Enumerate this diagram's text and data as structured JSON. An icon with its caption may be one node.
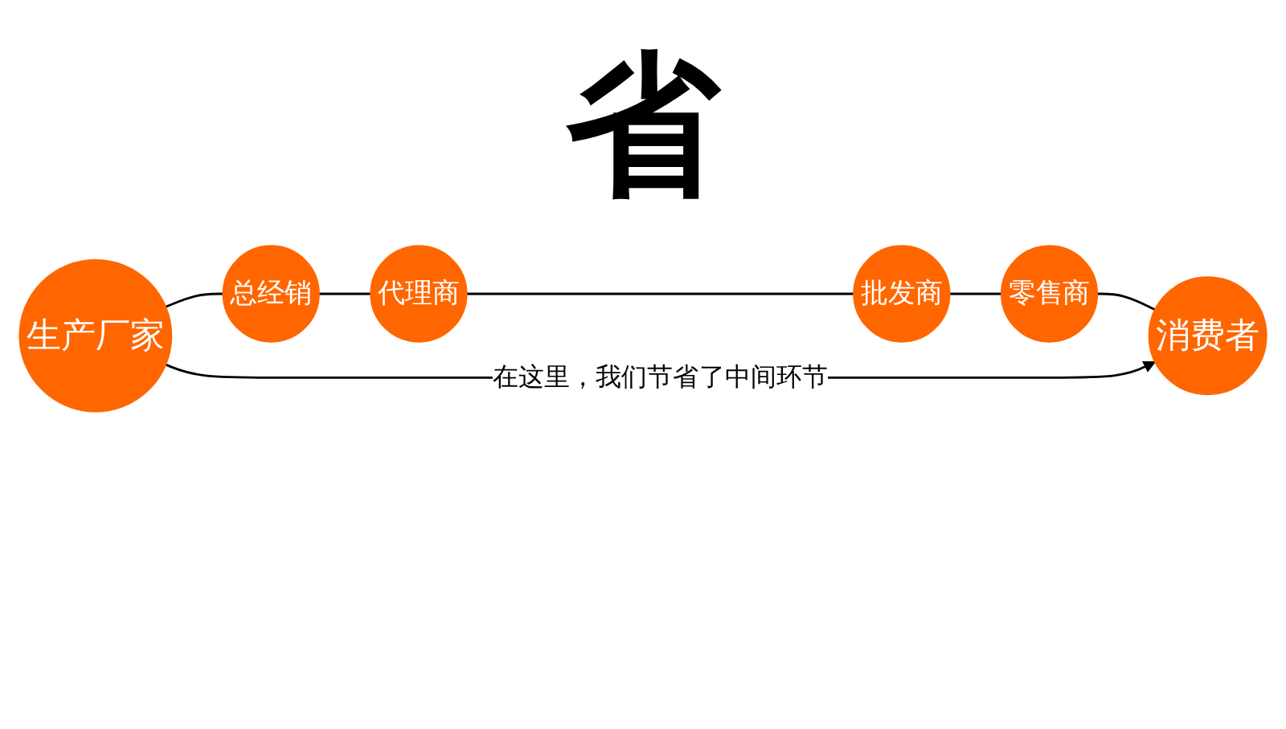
{
  "diagram": {
    "nodes": [
      {
        "text": [
          "生产厂家"
        ]
      },
      {
        "text": [
          "总经销"
        ]
      },
      {
        "text": [
          "代理商"
        ]
      },
      {
        "text": [
          "批发商"
        ]
      },
      {
        "text": [
          "零售商"
        ]
      },
      {
        "text": [
          "消费者"
        ]
      }
    ],
    "edges": [
      {
        "from": 0,
        "to": 1,
        "arrow": "none"
      },
      {
        "from": 1,
        "to": 2,
        "arrow": "none"
      },
      {
        "from": 2,
        "to": 3,
        "arrow": "none"
      },
      {
        "from": 3,
        "to": 4,
        "arrow": "none"
      },
      {
        "from": 4,
        "to": 5,
        "arrow": "none"
      },
      {
        "from": 0,
        "to": 5,
        "arrow": "to",
        "label": "在这里，我们节省了中间环节"
      }
    ],
    "labels": [
      "省"
    ]
  }
}
